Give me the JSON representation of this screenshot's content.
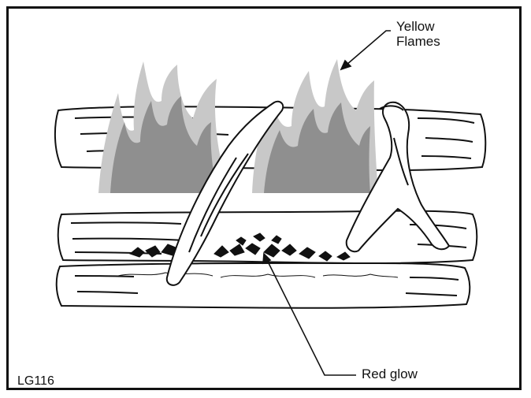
{
  "figure": {
    "id": "LG116"
  },
  "callouts": {
    "yellow_flames_line1": "Yellow",
    "yellow_flames_line2": "Flames",
    "red_glow": "Red glow"
  },
  "colors": {
    "flame_light": "#c8c8c8",
    "flame_dark": "#8f8f8f",
    "ink": "#111111"
  }
}
